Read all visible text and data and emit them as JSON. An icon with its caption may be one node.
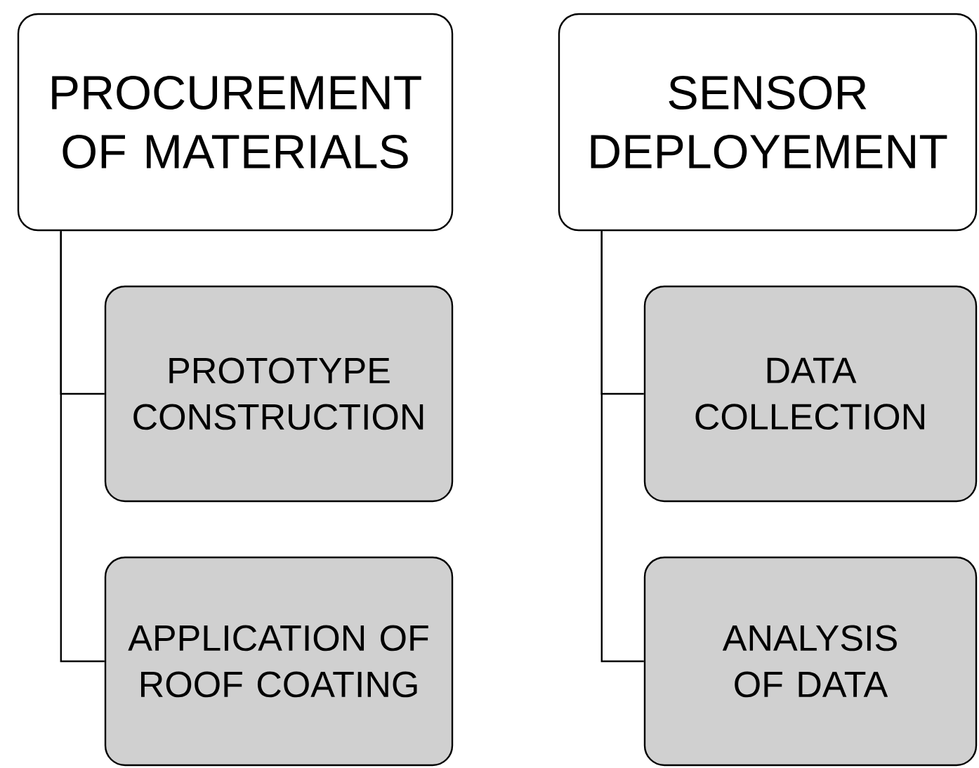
{
  "diagram": {
    "nodes": [
      {
        "text": [
          "PROCUREMENT OF MATERIALS"
        ]
      },
      {
        "text": [
          "PROTOTYPE CONSTRUCTION"
        ]
      },
      {
        "text": [
          "APPLICATION OF ROOF COATING"
        ]
      },
      {
        "text": [
          "SENSOR DEPLOYEMENT"
        ]
      },
      {
        "text": [
          "DATA COLLECTION"
        ]
      },
      {
        "text": [
          "ANALYSIS OF DATA"
        ]
      }
    ],
    "edges": [
      {
        "from": 0,
        "to": 1,
        "arrow": "none"
      },
      {
        "from": 0,
        "to": 2,
        "arrow": "none"
      },
      {
        "from": 3,
        "to": 4,
        "arrow": "none"
      },
      {
        "from": 3,
        "to": 5,
        "arrow": "none"
      }
    ]
  }
}
